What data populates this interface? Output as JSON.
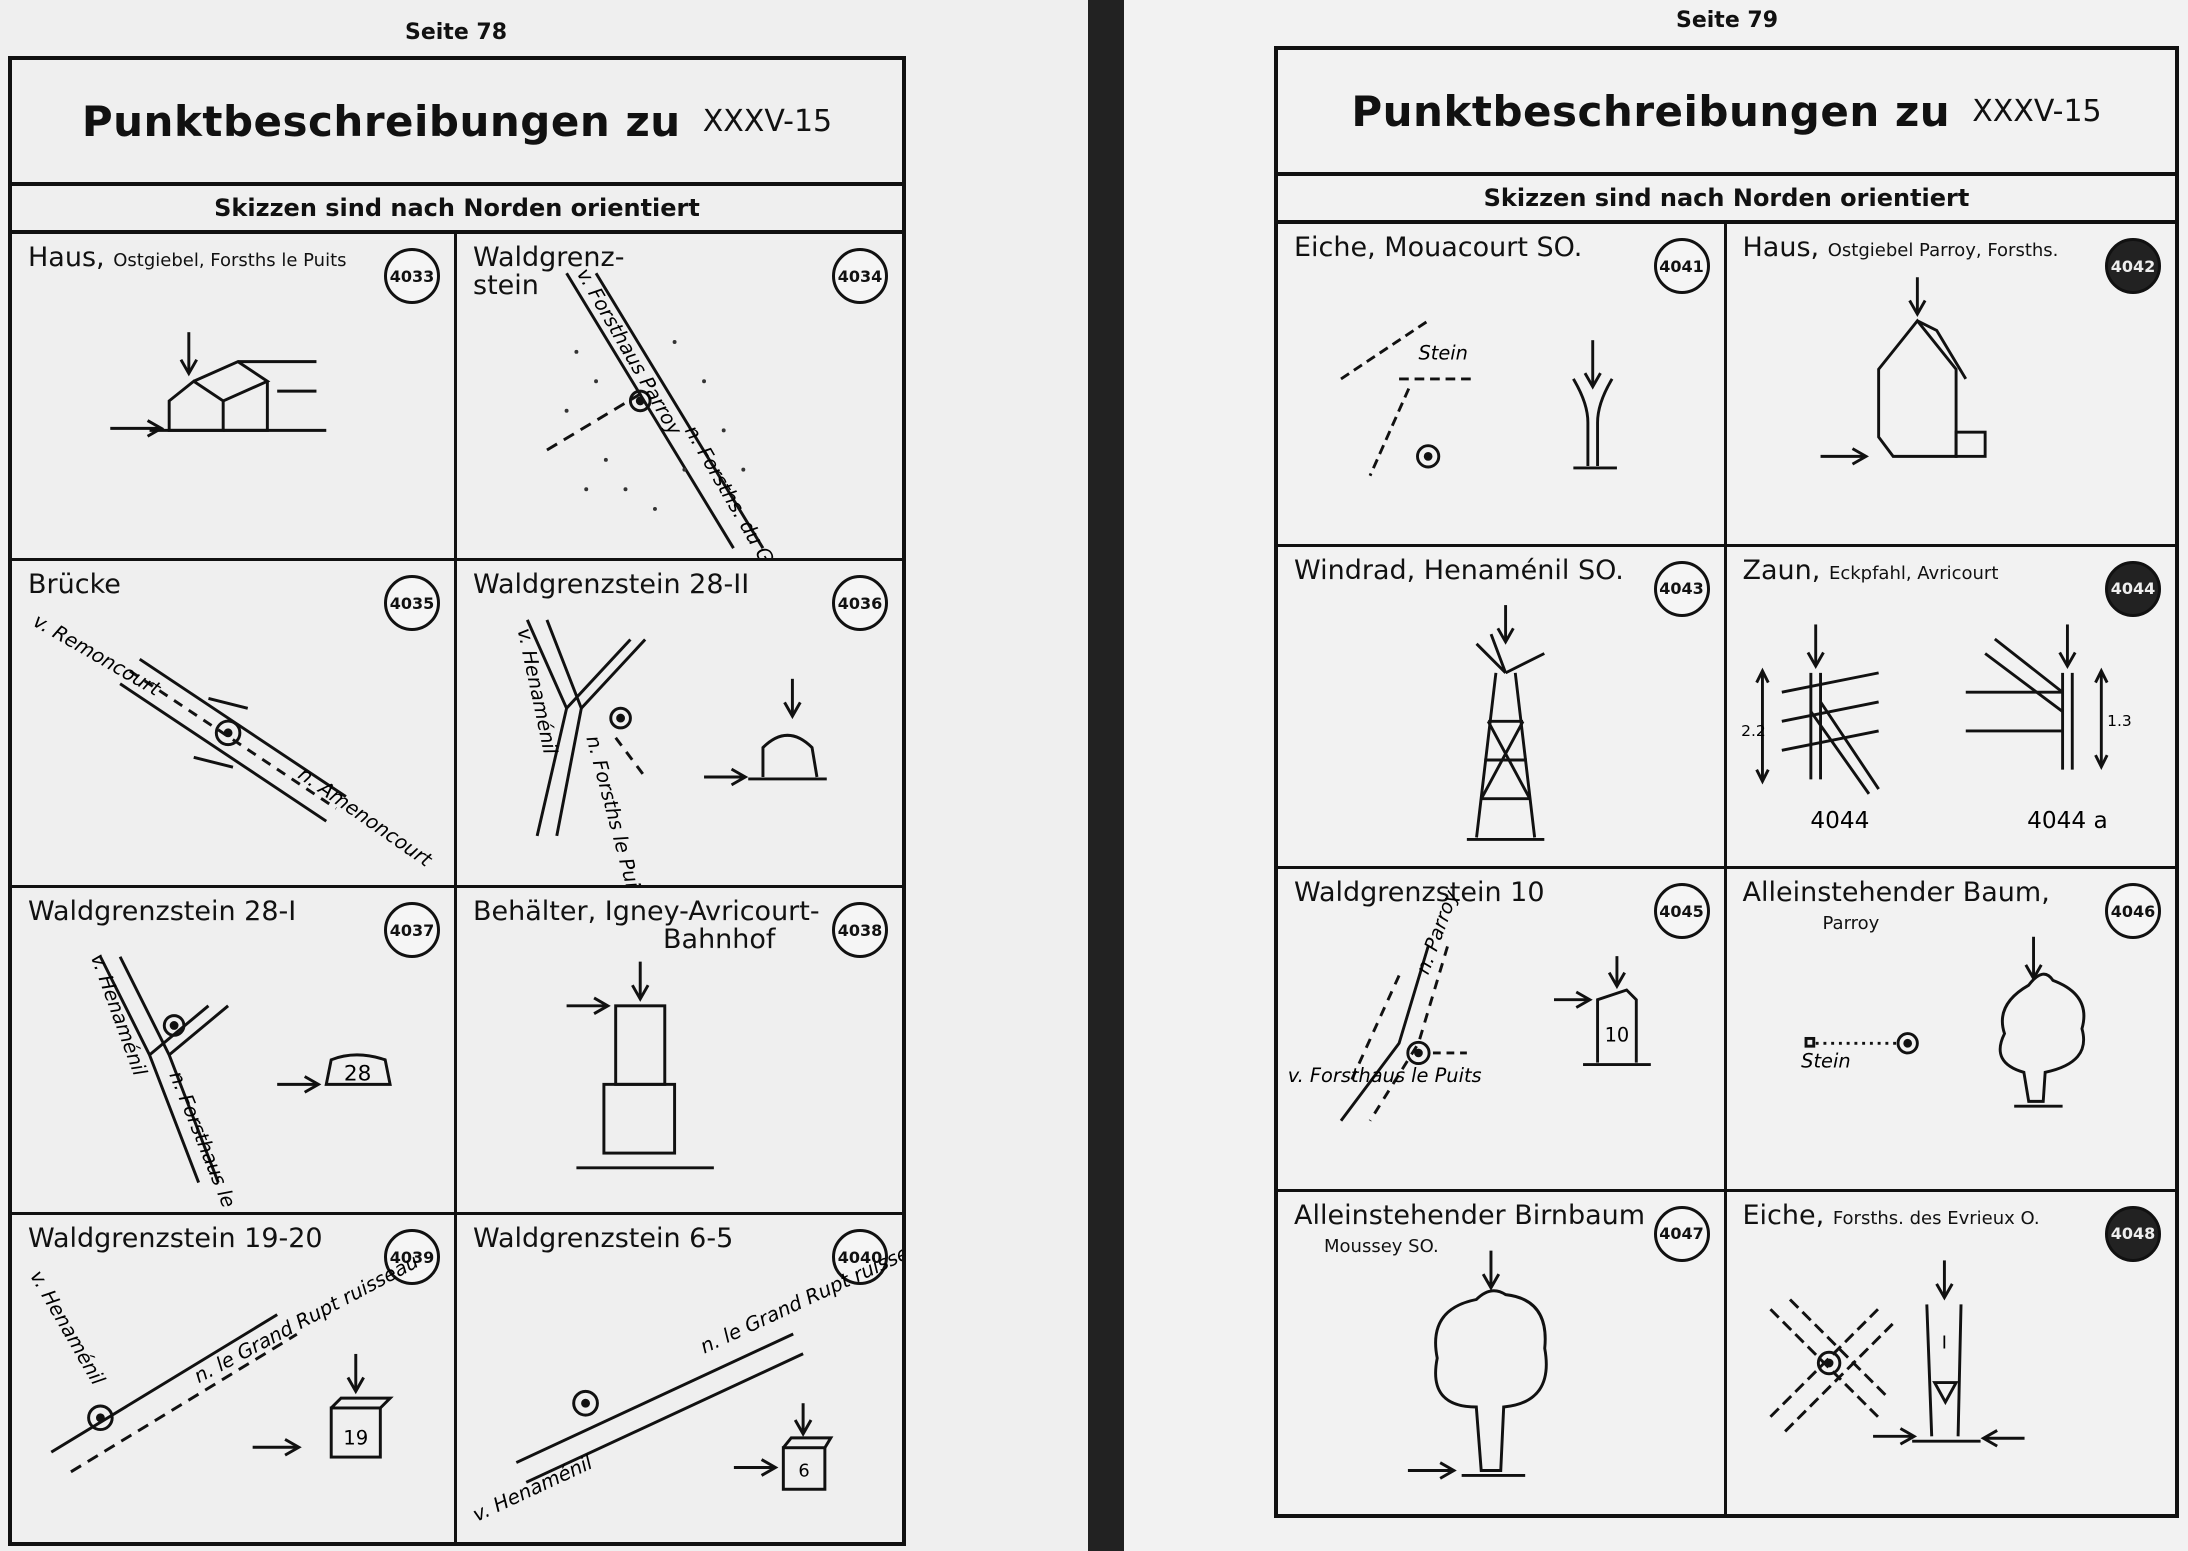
{
  "left": {
    "page_label": "Seite 78",
    "title": "Punktbeschreibungen zu",
    "title_code": "XXXV-15",
    "subtitle": "Skizzen sind nach Norden orientiert",
    "cells": [
      {
        "num": "4033",
        "label": "Haus,",
        "sub": "Ostgiebel, Forsths le Puits"
      },
      {
        "num": "4034",
        "label": "Waldgrenz-",
        "sub": "stein"
      },
      {
        "num": "4035",
        "label": "Brücke",
        "sub": ""
      },
      {
        "num": "4036",
        "label": "Waldgrenzstein 28-II",
        "sub": ""
      },
      {
        "num": "4037",
        "label": "Waldgrenzstein 28-I",
        "sub": ""
      },
      {
        "num": "4038",
        "label": "Behälter, Igney-Avricourt-",
        "sub": "Bahnhof"
      },
      {
        "num": "4039",
        "label": "Waldgrenzstein 19-20",
        "sub": ""
      },
      {
        "num": "4040",
        "label": "Waldgrenzstein 6-5",
        "sub": ""
      }
    ],
    "sketch_text": {
      "c2_road": "v. Forsthaus Parroy",
      "c2_road2": "n. Forsths. du Grand Rupt",
      "c3_road1": "v. Remoncourt",
      "c3_road2": "n. Amenoncourt",
      "c4_road1": "v. Henaménil",
      "c4_road2": "n. Forsths le Puits",
      "c5_road1": "v. Henaménil",
      "c5_road2": "n. Forsthaus le Puits",
      "c5_stone": "28",
      "c7_road1": "v. Henaménil",
      "c7_road2": "n. le Grand Rupt ruisseau",
      "c7_stone": "19",
      "c8_road1": "v. Henaménil",
      "c8_road2": "n. le Grand Rupt ruisseau",
      "c8_stone": "6"
    }
  },
  "right": {
    "page_label": "Seite 79",
    "title": "Punktbeschreibungen zu",
    "title_code": "XXXV-15",
    "subtitle": "Skizzen sind nach Norden orientiert",
    "cells": [
      {
        "num": "4041",
        "label": "Eiche, Mouacourt SO.",
        "sub": ""
      },
      {
        "num": "4042",
        "label": "Haus,",
        "sub": "Ostgiebel Parroy, Forsths."
      },
      {
        "num": "4043",
        "label": "Windrad, Henaménil SO.",
        "sub": ""
      },
      {
        "num": "4044",
        "label": "Zaun,",
        "sub": "Eckpfahl, Avricourt"
      },
      {
        "num": "4045",
        "label": "Waldgrenzstein 10",
        "sub": ""
      },
      {
        "num": "4046",
        "label": "Alleinstehender Baum,",
        "sub": "Parroy"
      },
      {
        "num": "4047",
        "label": "Alleinstehender Birnbaum",
        "sub": "Moussey SO."
      },
      {
        "num": "4048",
        "label": "Eiche,",
        "sub": "Forsths. des Evrieux O."
      }
    ],
    "sketch_text": {
      "c1_stein": "Stein",
      "c4_a": "4044",
      "c4_b": "4044 a",
      "c4_h1": "2.2",
      "c4_h2": "1.3",
      "c5_road1": "v. Forsthaus le Puits",
      "c5_road2": "n. Parroy",
      "c5_stone": "10",
      "c6_stein": "Stein",
      "c8_mark": "I"
    }
  }
}
